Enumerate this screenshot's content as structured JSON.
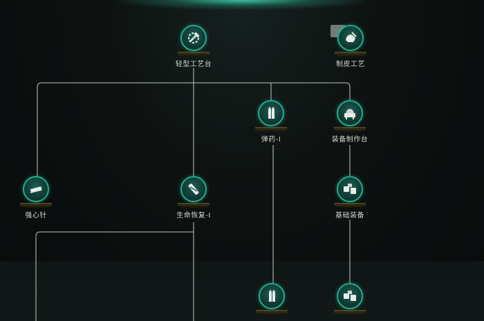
{
  "tech_tree": {
    "nodes": [
      {
        "id": "light-workbench",
        "label": "轻型工艺台",
        "icon": "hammer-gear-icon"
      },
      {
        "id": "leather-craft",
        "label": "制皮工艺",
        "icon": "leather-tools-icon"
      },
      {
        "id": "ammo-1",
        "label": "弹药-I",
        "icon": "ammo-icon"
      },
      {
        "id": "equipment-workbench",
        "label": "装备制作台",
        "icon": "equipment-bench-icon"
      },
      {
        "id": "cardiac-stimulant",
        "label": "强心针",
        "icon": "syringe-icon"
      },
      {
        "id": "health-recovery-1",
        "label": "生命恢复-I",
        "icon": "medical-injector-icon"
      },
      {
        "id": "basic-equipment",
        "label": "基础装备",
        "icon": "basic-gear-icon"
      },
      {
        "id": "partial-node-ammo",
        "label": "",
        "icon": "ammo-icon"
      },
      {
        "id": "partial-node-equipment",
        "label": "",
        "icon": "basic-gear-icon"
      }
    ]
  },
  "colors": {
    "accent": "#1fae8e",
    "link_line": "#bfc5c2",
    "label_text": "#d9dedc",
    "background": "#0c0f0f"
  }
}
